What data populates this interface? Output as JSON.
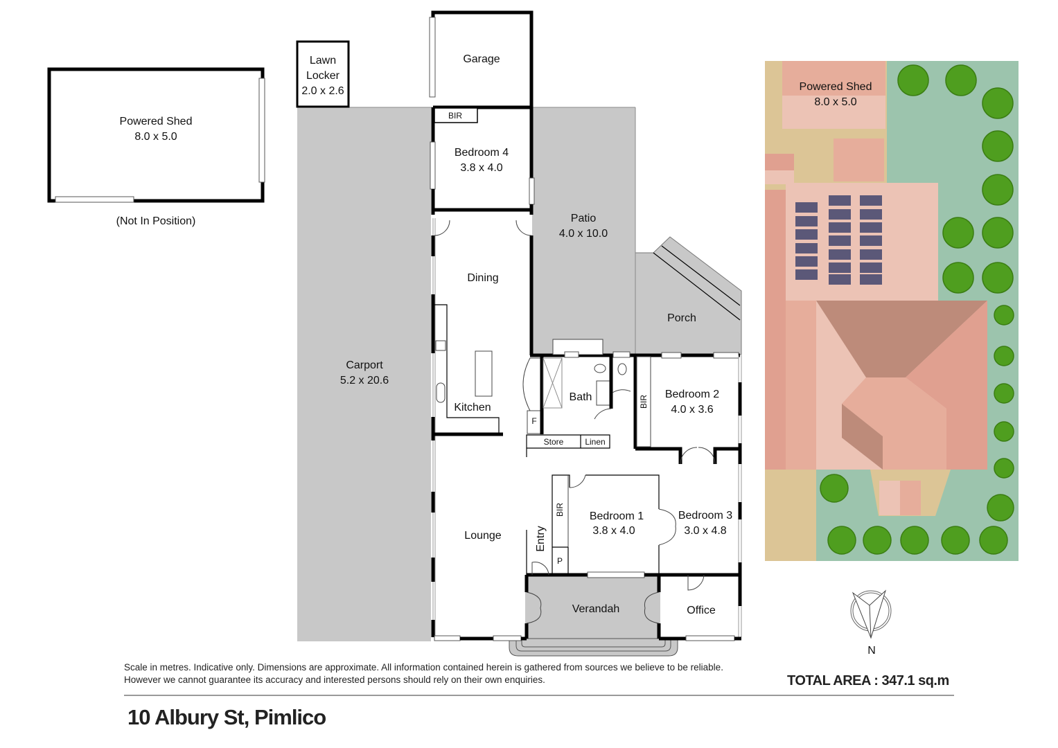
{
  "title": "10 Albury St, Pimlico",
  "total_area": "TOTAL AREA : 347.1  sq.m",
  "disclaimer": "Scale in metres. Indicative only. Dimensions are approximate. All information contained herein is gathered from sources we believe to be reliable. However we cannot guarantee its accuracy and interested persons should rely on their own enquiries.",
  "compass": {
    "label": "N",
    "icon": "north-arrow-icon"
  },
  "detached_shed": {
    "name": "Powered Shed",
    "size": "8.0 x 5.0",
    "note": "(Not In Position)"
  },
  "rooms": {
    "lawn_locker": {
      "name_1": "Lawn",
      "name_2": "Locker",
      "size": "2.0 x 2.6"
    },
    "garage": {
      "name": "Garage"
    },
    "bir_bed4": {
      "name": "BIR"
    },
    "bedroom4": {
      "name": "Bedroom 4",
      "size": "3.8 x 4.0"
    },
    "patio": {
      "name": "Patio",
      "size": "4.0 x 10.0"
    },
    "carport": {
      "name": "Carport",
      "size": "5.2 x 20.6"
    },
    "dining": {
      "name": "Dining"
    },
    "kitchen": {
      "name": "Kitchen"
    },
    "porch": {
      "name": "Porch"
    },
    "bath": {
      "name": "Bath"
    },
    "fridge": {
      "name": "F"
    },
    "store": {
      "name": "Store"
    },
    "linen": {
      "name": "Linen"
    },
    "bir_bed2": {
      "name": "BIR"
    },
    "bedroom2": {
      "name": "Bedroom 2",
      "size": "4.0 x 3.6"
    },
    "lounge": {
      "name": "Lounge"
    },
    "entry": {
      "name": "Entry"
    },
    "bir_bed1": {
      "name": "BIR"
    },
    "pantry": {
      "name": "P"
    },
    "bedroom1": {
      "name": "Bedroom 1",
      "size": "3.8 x 4.0"
    },
    "bedroom3": {
      "name": "Bedroom 3",
      "size": "3.0 x 4.8"
    },
    "verandah": {
      "name": "Verandah"
    },
    "office": {
      "name": "Office"
    }
  },
  "site_plan": {
    "shed_name": "Powered Shed",
    "shed_size": "8.0 x 5.0",
    "colors": {
      "grass": "#9cc4ad",
      "sand": "#dcc596",
      "roof_light": "#ecc3b5",
      "roof_mid": "#e6ad9b",
      "roof_dark": "#bd8b7a",
      "solar": "#5b5878",
      "tree": "#4f9e1f"
    }
  }
}
